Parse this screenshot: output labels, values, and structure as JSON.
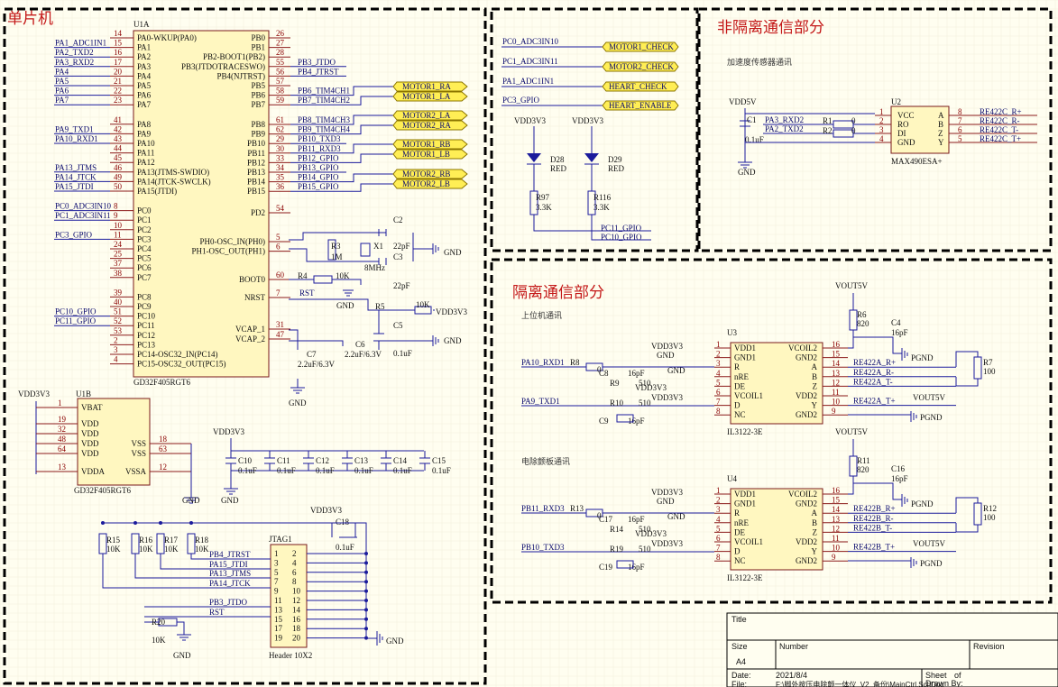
{
  "sections": {
    "mcu": "单片机",
    "non_isolated": "非隔离通信部分",
    "isolated": "隔离通信部分"
  },
  "subtitles": {
    "accel": "加速度传感器通讯",
    "host": "上位机通讯",
    "motor_board": "电除颤板通讯"
  },
  "u1a": {
    "ref": "U1A",
    "part": "GD32F405RGT6",
    "left_pins": [
      {
        "num": "14",
        "name": "PA0-WKUP(PA0)",
        "net": ""
      },
      {
        "num": "15",
        "name": "PA1",
        "net": "PA1_ADC1IN1"
      },
      {
        "num": "16",
        "name": "PA2",
        "net": "PA2_TXD2"
      },
      {
        "num": "17",
        "name": "PA3",
        "net": "PA3_RXD2"
      },
      {
        "num": "20",
        "name": "PA4",
        "net": "PA4"
      },
      {
        "num": "21",
        "name": "PA5",
        "net": "PA5"
      },
      {
        "num": "22",
        "name": "PA6",
        "net": "PA6"
      },
      {
        "num": "23",
        "name": "PA7",
        "net": "PA7"
      },
      {
        "num": "41",
        "name": "PA8",
        "net": ""
      },
      {
        "num": "42",
        "name": "PA9",
        "net": "PA9_TXD1"
      },
      {
        "num": "43",
        "name": "PA10",
        "net": "PA10_RXD1"
      },
      {
        "num": "44",
        "name": "PA11",
        "net": ""
      },
      {
        "num": "45",
        "name": "PA12",
        "net": ""
      },
      {
        "num": "46",
        "name": "PA13(JTMS-SWDIO)",
        "net": "PA13_JTMS"
      },
      {
        "num": "49",
        "name": "PA14(JTCK-SWCLK)",
        "net": "PA14_JTCK"
      },
      {
        "num": "50",
        "name": "PA15(JTDI)",
        "net": "PA15_JTDI"
      },
      {
        "num": "8",
        "name": "PC0",
        "net": "PC0_ADC3IN10"
      },
      {
        "num": "9",
        "name": "PC1",
        "net": "PC1_ADC3IN11"
      },
      {
        "num": "10",
        "name": "PC2",
        "net": ""
      },
      {
        "num": "11",
        "name": "PC3",
        "net": "PC3_GPIO"
      },
      {
        "num": "24",
        "name": "PC4",
        "net": ""
      },
      {
        "num": "25",
        "name": "PC5",
        "net": ""
      },
      {
        "num": "37",
        "name": "PC6",
        "net": ""
      },
      {
        "num": "38",
        "name": "PC7",
        "net": ""
      },
      {
        "num": "39",
        "name": "PC8",
        "net": ""
      },
      {
        "num": "40",
        "name": "PC9",
        "net": ""
      },
      {
        "num": "51",
        "name": "PC10",
        "net": "PC10_GPIO"
      },
      {
        "num": "52",
        "name": "PC11",
        "net": "PC11_GPIO"
      },
      {
        "num": "53",
        "name": "PC12",
        "net": ""
      },
      {
        "num": "2",
        "name": "PC13",
        "net": ""
      },
      {
        "num": "3",
        "name": "PC14-OSC32_IN(PC14)",
        "net": ""
      },
      {
        "num": "4",
        "name": "PC15-OSC32_OUT(PC15)",
        "net": ""
      }
    ],
    "right_pins": [
      {
        "num": "26",
        "name": "PB0",
        "net": ""
      },
      {
        "num": "27",
        "name": "PB1",
        "net": ""
      },
      {
        "num": "28",
        "name": "PB2-BOOT1(PB2)",
        "net": ""
      },
      {
        "num": "55",
        "name": "PB3(JTDOTRACESWO)",
        "net": "PB3_JTDO"
      },
      {
        "num": "56",
        "name": "PB4(NJTRST)",
        "net": "PB4_JTRST"
      },
      {
        "num": "57",
        "name": "PB5",
        "net": ""
      },
      {
        "num": "58",
        "name": "PB6",
        "net": "PB6_TIM4CH1"
      },
      {
        "num": "59",
        "name": "PB7",
        "net": "PB7_TIM4CH2"
      },
      {
        "num": "61",
        "name": "PB8",
        "net": "PB8_TIM4CH3"
      },
      {
        "num": "62",
        "name": "PB9",
        "net": "PB9_TIM4CH4"
      },
      {
        "num": "29",
        "name": "PB10",
        "net": "PB10_TXD3"
      },
      {
        "num": "30",
        "name": "PB11",
        "net": "PB11_RXD3"
      },
      {
        "num": "33",
        "name": "PB12",
        "net": "PB12_GPIO"
      },
      {
        "num": "34",
        "name": "PB13",
        "net": "PB13_GPIO"
      },
      {
        "num": "35",
        "name": "PB14",
        "net": "PB14_GPIO"
      },
      {
        "num": "36",
        "name": "PB15",
        "net": "PB15_GPIO"
      },
      {
        "num": "54",
        "name": "PD2",
        "net": ""
      },
      {
        "num": "5",
        "name": "PH0-OSC_IN(PH0)",
        "net": ""
      },
      {
        "num": "6",
        "name": "PH1-OSC_OUT(PH1)",
        "net": ""
      },
      {
        "num": "60",
        "name": "BOOT0",
        "net": ""
      },
      {
        "num": "7",
        "name": "NRST",
        "net": "RST"
      },
      {
        "num": "31",
        "name": "VCAP_1",
        "net": ""
      },
      {
        "num": "47",
        "name": "VCAP_2",
        "net": ""
      }
    ]
  },
  "motor_ports": [
    "MOTOR1_RA",
    "MOTOR1_LA",
    "MOTOR2_LA",
    "MOTOR2_RA",
    "MOTOR1_RB",
    "MOTOR1_LB",
    "MOTOR2_RB",
    "MOTOR2_LB"
  ],
  "osc": {
    "r3": "R3",
    "r3v": "1M",
    "x1": "X1",
    "x1v": "8MHz",
    "c2": "C2",
    "c2v": "22pF",
    "c3": "C3",
    "c3v": "22pF",
    "r4": "R4",
    "r4v": "10K",
    "r5": "R5",
    "r5v": "10K",
    "c5": "C5",
    "c5v": "0.1uF",
    "c6": "C6",
    "c6v": "2.2uF/6.3V",
    "c7": "C7",
    "c7v": "2.2uF/6.3V",
    "gnd": "GND",
    "vdd": "VDD3V3"
  },
  "u1b": {
    "ref": "U1B",
    "part": "GD32F405RGT6",
    "supply": "VDD3V3",
    "pins": [
      {
        "num": "1",
        "name": "VBAT"
      },
      {
        "num": "19",
        "name": "VDD"
      },
      {
        "num": "32",
        "name": "VDD"
      },
      {
        "num": "48",
        "name": "VDD"
      },
      {
        "num": "64",
        "name": "VDD"
      },
      {
        "num": "13",
        "name": "VDDA"
      }
    ],
    "rpins": [
      {
        "num": "18",
        "name": "VSS"
      },
      {
        "num": "63",
        "name": "VSS"
      },
      {
        "num": "12",
        "name": "VSSA"
      }
    ]
  },
  "decoupling": {
    "vdd": "VDD3V3",
    "caps": [
      {
        "ref": "C10",
        "val": "0.1uF"
      },
      {
        "ref": "C11",
        "val": "0.1uF"
      },
      {
        "ref": "C12",
        "val": "0.1uF"
      },
      {
        "ref": "C13",
        "val": "0.1uF"
      },
      {
        "ref": "C14",
        "val": "0.1uF"
      },
      {
        "ref": "C15",
        "val": "0.1uF"
      }
    ]
  },
  "jtag": {
    "ref": "JTAG1",
    "part": "Header 10X2",
    "vdd": "VDD3V3",
    "c18": "C18",
    "c18v": "0.1uF",
    "res": [
      {
        "ref": "R15",
        "val": "10K"
      },
      {
        "ref": "R16",
        "val": "10K"
      },
      {
        "ref": "R17",
        "val": "10K"
      },
      {
        "ref": "R18",
        "val": "10K"
      }
    ],
    "r20": "R20",
    "r20v": "10K",
    "nets": [
      "PB4_JTRST",
      "PA15_JTDI",
      "PA13_JTMS",
      "PA14_JTCK",
      "PB3_JTDO",
      "RST"
    ],
    "pins_l": [
      "1",
      "3",
      "5",
      "7",
      "9",
      "11",
      "13",
      "15",
      "17",
      "19"
    ],
    "pins_r": [
      "2",
      "4",
      "6",
      "8",
      "10",
      "12",
      "14",
      "16",
      "18",
      "20"
    ],
    "gnd": "GND"
  },
  "non_iso": {
    "ports": [
      {
        "net": "PC0_ADC3IN10",
        "port": "MOTOR1_CHECK"
      },
      {
        "net": "PC1_ADC3IN11",
        "port": "MOTOR2_CHECK"
      },
      {
        "net": "PA1_ADC1IN1",
        "port": "HEART_CHECK"
      },
      {
        "net": "PC3_GPIO",
        "port": "HEART_ENABLE"
      }
    ],
    "leds": [
      {
        "ref": "D28",
        "color": "RED",
        "r": "R97",
        "rv": "3.3K",
        "net": "PC11_GPIO"
      },
      {
        "ref": "D29",
        "color": "RED",
        "r": "R116",
        "rv": "3.3K",
        "net": "PC10_GPIO"
      }
    ],
    "vdd": "VDD3V3",
    "u2": {
      "ref": "U2",
      "part": "MAX490ESA+",
      "vdd": "VDD5V",
      "c1": "C1",
      "c1v": "0.1uF",
      "r1": "R1",
      "r1v": "0",
      "r2": "R2",
      "r2v": "0",
      "lpins": [
        {
          "num": "1",
          "name": "VCC"
        },
        {
          "num": "2",
          "name": "RO"
        },
        {
          "num": "3",
          "name": "DI"
        },
        {
          "num": "4",
          "name": "GND"
        }
      ],
      "rpins": [
        {
          "num": "8",
          "name": "A",
          "net": "RE422C_R+"
        },
        {
          "num": "7",
          "name": "B",
          "net": "RE422C_R-"
        },
        {
          "num": "6",
          "name": "Z",
          "net": "RE422C_T-"
        },
        {
          "num": "5",
          "name": "Y",
          "net": "RE422C_T+"
        }
      ],
      "nets": [
        "PA3_RXD2",
        "PA2_TXD2"
      ],
      "gnd": "GND"
    }
  },
  "iso": [
    {
      "ref": "U3",
      "part": "IL3122-3E",
      "vout": "VOUT5V",
      "r6": "R6",
      "r6v": "820",
      "c4": "C4",
      "c4v": "16pF",
      "rt": "R7",
      "rtv": "100",
      "rin": "R8",
      "rinv": "0",
      "c_a": "C8",
      "c_av": "16pF",
      "r_b": "R9",
      "r_bv": "510",
      "r_c": "R10",
      "r_cv": "510",
      "c_b": "C9",
      "c_bv": "16pF",
      "net_in": "PA10_RXD1",
      "net_out": "PA9_TXD1",
      "out": [
        "RE422A_R+",
        "RE422A_R-",
        "RE422A_T-",
        "RE422A_T+"
      ]
    },
    {
      "ref": "U4",
      "part": "IL3122-3E",
      "vout": "VOUT5V",
      "r6": "R11",
      "r6v": "820",
      "c4": "C16",
      "c4v": "16pF",
      "rt": "R12",
      "rtv": "100",
      "rin": "R13",
      "rinv": "0",
      "c_a": "C17",
      "c_av": "16pF",
      "r_b": "R14",
      "r_bv": "510",
      "r_c": "R19",
      "r_cv": "510",
      "c_b": "C19",
      "c_bv": "16pF",
      "net_in": "PB11_RXD3",
      "net_out": "PB10_TXD3",
      "out": [
        "RE422B_R+",
        "RE422B_R-",
        "RE422B_T-",
        "RE422B_T+"
      ]
    }
  ],
  "il3122": {
    "lpins": [
      {
        "num": "1",
        "name": "VDD1"
      },
      {
        "num": "2",
        "name": "GND1"
      },
      {
        "num": "3",
        "name": "R"
      },
      {
        "num": "4",
        "name": "nRE"
      },
      {
        "num": "5",
        "name": "DE"
      },
      {
        "num": "6",
        "name": "VCOIL1"
      },
      {
        "num": "7",
        "name": "D"
      },
      {
        "num": "8",
        "name": "NC"
      }
    ],
    "rpins": [
      {
        "num": "16",
        "name": "VCOIL2"
      },
      {
        "num": "15",
        "name": "GND2"
      },
      {
        "num": "14",
        "name": "A"
      },
      {
        "num": "13",
        "name": "B"
      },
      {
        "num": "12",
        "name": "Z"
      },
      {
        "num": "11",
        "name": "VDD2"
      },
      {
        "num": "10",
        "name": "Y"
      },
      {
        "num": "9",
        "name": "GND2"
      }
    ],
    "vdd": "VDD3V3",
    "gnd": "GND",
    "pgnd": "PGND"
  },
  "title_block": {
    "title_label": "Title",
    "size_label": "Size",
    "size": "A4",
    "number_label": "Number",
    "revision_label": "Revision",
    "date_label": "Date:",
    "date": "2021/8/4",
    "file_label": "File:",
    "file": "F:\\脚外按压电除颤一体仪_V2_备份\\MainCtrl.SchDoc",
    "sheet_label": "Sheet",
    "sheet_of": "of",
    "drawn": "Drawn By:"
  }
}
